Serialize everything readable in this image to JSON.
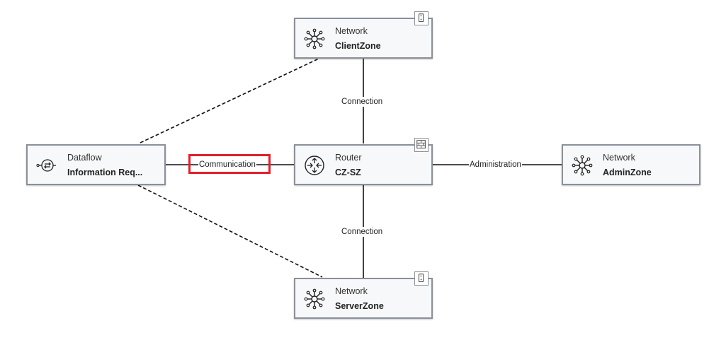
{
  "nodes": {
    "client_zone": {
      "kind": "Network",
      "name": "ClientZone",
      "icon": "network-hub-icon",
      "badge": "device-badge-icon"
    },
    "router": {
      "kind": "Router",
      "name": "CZ-SZ",
      "icon": "router-icon",
      "badge": "firewall-badge-icon"
    },
    "admin_zone": {
      "kind": "Network",
      "name": "AdminZone",
      "icon": "network-hub-icon"
    },
    "server_zone": {
      "kind": "Network",
      "name": "ServerZone",
      "icon": "network-hub-icon",
      "badge": "device-badge-icon"
    },
    "dataflow": {
      "kind": "Dataflow",
      "name": "Information Req...",
      "icon": "dataflow-icon"
    }
  },
  "edges": {
    "client_router": "Connection",
    "router_server": "Connection",
    "router_admin": "Administration",
    "dataflow_router": "Communication"
  },
  "colors": {
    "node_border": "#8a9099",
    "node_fill": "#f7f8f9",
    "highlight": "#e0202a",
    "line": "#111111"
  }
}
